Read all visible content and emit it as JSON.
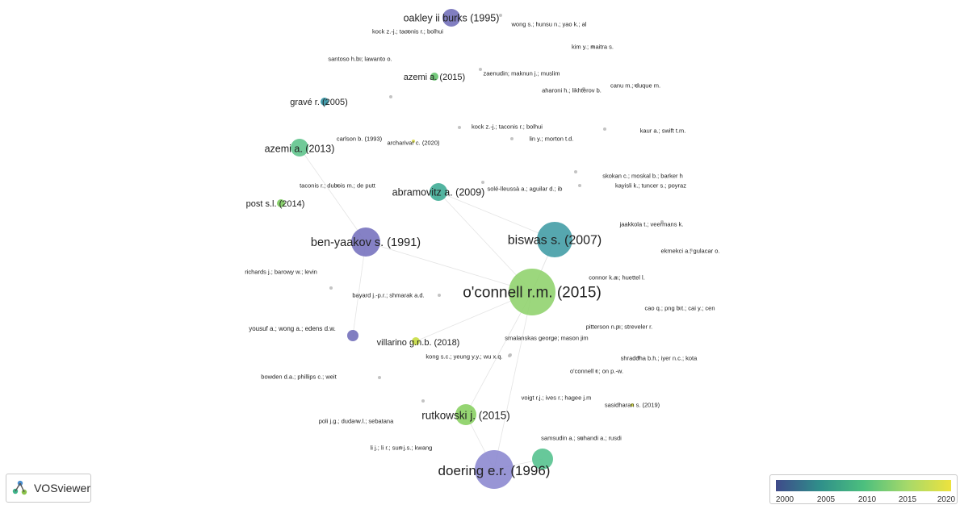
{
  "app": {
    "name": "VOSviewer"
  },
  "overlay_legend": {
    "ticks": [
      "2000",
      "2005",
      "2010",
      "2015",
      "2020"
    ],
    "colors": [
      "#3f4a8a",
      "#2f8f8a",
      "#4cbf7e",
      "#a6d96a",
      "#ede23e"
    ]
  },
  "nodes": [
    {
      "label": "oakley ii burks (1995)",
      "weight": 3,
      "color": "#6f6cb8"
    },
    {
      "label": "wong s.; hunsu n.; yao k.; al",
      "weight": 1,
      "color": "#bdbdbd"
    },
    {
      "label": "kock z.-j.; taconis r.; bolhui",
      "weight": 1,
      "color": "#bdbdbd"
    },
    {
      "label": "kim y.; maitra s.",
      "weight": 1,
      "color": "#bdbdbd"
    },
    {
      "label": "santoso h.b.; lawanto o.",
      "weight": 1,
      "color": "#bdbdbd"
    },
    {
      "label": "azemi a. (2015)",
      "weight": 1.5,
      "color": "#62c36a"
    },
    {
      "label": "zaenudin; maknun j.; muslim",
      "weight": 1,
      "color": "#bdbdbd"
    },
    {
      "label": "aharoni h.; likhterov b.",
      "weight": 1,
      "color": "#bdbdbd"
    },
    {
      "label": "canu m.; duque m.",
      "weight": 1,
      "color": "#bdbdbd"
    },
    {
      "label": "gravé r. (2005)",
      "weight": 1.5,
      "color": "#2b8fa0"
    },
    {
      "label": "carlson b. (1993)",
      "weight": 1,
      "color": "#bdbdbd"
    },
    {
      "label": "kock z.-j.; taconis r.; bolhui",
      "weight": 1,
      "color": "#bdbdbd"
    },
    {
      "label": "kaur a.; swift t.m.",
      "weight": 1,
      "color": "#bdbdbd"
    },
    {
      "label": "lin y.; morton t.d.",
      "weight": 1,
      "color": "#bdbdbd"
    },
    {
      "label": "archarivar c. (2020)",
      "weight": 1,
      "color": "#d8d84a"
    },
    {
      "label": "azemi a. (2013)",
      "weight": 3,
      "color": "#5cc38a"
    },
    {
      "label": "skokan c.; moskal b.; barker h",
      "weight": 1,
      "color": "#bdbdbd"
    },
    {
      "label": "taconis r.; dubois m.; de putt",
      "weight": 1,
      "color": "#bdbdbd"
    },
    {
      "label": "solé-lleussà a.; aguilar d.; ib",
      "weight": 1,
      "color": "#bdbdbd"
    },
    {
      "label": "kayisli k.; tuncer s.; poyraz",
      "weight": 1,
      "color": "#bdbdbd"
    },
    {
      "label": "abramovitz a. (2009)",
      "weight": 3,
      "color": "#3aaa93"
    },
    {
      "label": "post s.l. (2014)",
      "weight": 1.5,
      "color": "#7acb5a"
    },
    {
      "label": "jaakkola t.; veermans k.",
      "weight": 1,
      "color": "#bdbdbd"
    },
    {
      "label": "ben-yaakov s. (1991)",
      "weight": 5,
      "color": "#7470bd"
    },
    {
      "label": "biswas s. (2007)",
      "weight": 6,
      "color": "#3f9ba4"
    },
    {
      "label": "ekmekci a.; gulacar o.",
      "weight": 1,
      "color": "#bdbdbd"
    },
    {
      "label": "richards j.; barowy w.; levin",
      "weight": 1,
      "color": "#bdbdbd"
    },
    {
      "label": "connor k.a.; huettel l.",
      "weight": 1,
      "color": "#bdbdbd"
    },
    {
      "label": "o'connell r.m. (2015)",
      "weight": 9,
      "color": "#8ed16b"
    },
    {
      "label": "bayard j.-p.r.; shmarak a.d.",
      "weight": 1,
      "color": "#bdbdbd"
    },
    {
      "label": "cao q.; png b.t.; cai y.; cen",
      "weight": 1,
      "color": "#bdbdbd"
    },
    {
      "label": "yousuf a.; wong a.; edens d.w.",
      "weight": 2,
      "color": "#6f6cb8"
    },
    {
      "label": "pitterson n.p.; streveler r.",
      "weight": 1,
      "color": "#bdbdbd"
    },
    {
      "label": "villarino g.n.b. (2018)",
      "weight": 1.5,
      "color": "#c6dc3e"
    },
    {
      "label": "smalanskas george; mason jim",
      "weight": 1,
      "color": "#bdbdbd"
    },
    {
      "label": "kong s.c.; yeung y.y.; wu x.q.",
      "weight": 1,
      "color": "#bdbdbd"
    },
    {
      "label": "shraddha b.h.; iyer n.c.; kota",
      "weight": 1,
      "color": "#bdbdbd"
    },
    {
      "label": "o'connell r.; on p.-w.",
      "weight": 1,
      "color": "#bdbdbd"
    },
    {
      "label": "bowden d.a.; phillips c.; weit",
      "weight": 1,
      "color": "#bdbdbd"
    },
    {
      "label": "voigt r.j.; ives r.; hagee j.m",
      "weight": 1,
      "color": "#bdbdbd"
    },
    {
      "label": "sasidharan s. (2019)",
      "weight": 1,
      "color": "#d3d93a"
    },
    {
      "label": "rutkowski j. (2015)",
      "weight": 3.5,
      "color": "#86cf5e"
    },
    {
      "label": "poli j.g.; duda w.l.; sebatana",
      "weight": 1,
      "color": "#bdbdbd"
    },
    {
      "label": "samsudin a.; suhandi a.; rusdi",
      "weight": 1,
      "color": "#bdbdbd"
    },
    {
      "label": "li j.; li r.; sun j.s.; kwang",
      "weight": 1,
      "color": "#bdbdbd"
    },
    {
      "label": "doering e.r. (1996)",
      "weight": 7,
      "color": "#8a86cf"
    },
    {
      "label": "",
      "weight": 3.5,
      "color": "#52c08c"
    }
  ]
}
